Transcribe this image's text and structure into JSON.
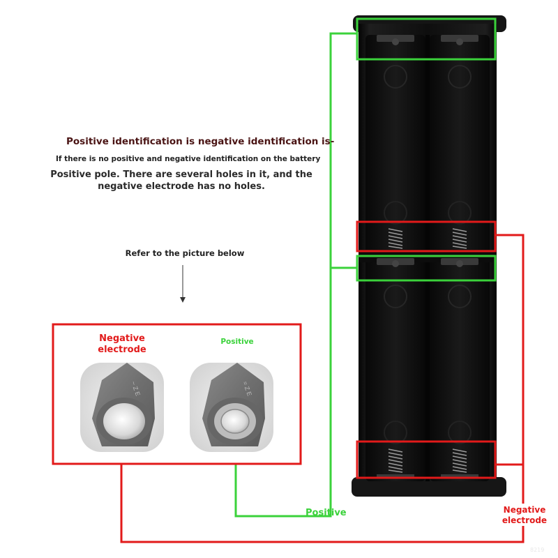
{
  "texts": {
    "title": "Positive identification is negative identification is-",
    "subtitle": "If there is no positive and negative identification on the battery",
    "description": "Positive pole. There are several holes in it, and the negative electrode has no holes.",
    "refer": "Refer to the picture below",
    "inset_negative": "Negative electrode",
    "inset_positive": "Positive",
    "callout_positive": "Positive",
    "callout_negative": "Negative electrode",
    "watermark": "8219"
  },
  "colors": {
    "green": "#3bd23b",
    "red": "#e21a1a",
    "holder": "#111111"
  },
  "icons": {
    "arrow": "down-arrow-icon",
    "battery_negative": "battery-negative-terminal",
    "battery_positive": "battery-positive-terminal"
  }
}
